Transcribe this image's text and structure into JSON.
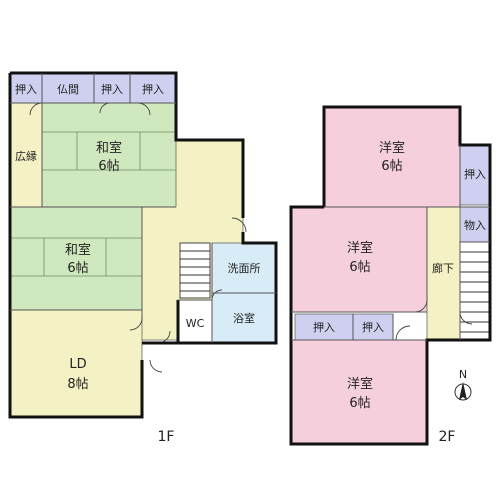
{
  "colors": {
    "tatami": "#cfe8bd",
    "storage": "#cfd0f0",
    "yoshitsu": "#f5d0dc",
    "hallway": "#f4f2c4",
    "ld": "#f4f2c4",
    "wet": "#d8ecf8",
    "wc": "#ffffff",
    "wall": "#111111"
  },
  "floor1": {
    "label": "1F",
    "rooms": {
      "oshiire_1": "押入",
      "butsuma": "仏間",
      "oshiire_2": "押入",
      "oshiire_3": "押入",
      "hiroen": "広縁",
      "washitsu_upper": {
        "name": "和室",
        "size": "6帖"
      },
      "washitsu_lower": {
        "name": "和室",
        "size": "6帖"
      },
      "senmenjo": "洗面所",
      "wc": "WC",
      "yokushitsu": "浴室",
      "ld": {
        "name": "LD",
        "size": "8帖"
      }
    }
  },
  "floor2": {
    "label": "2F",
    "rooms": {
      "yoshitsu_top": {
        "name": "洋室",
        "size": "6帖"
      },
      "oshiire_right": "押入",
      "monoire": "物入",
      "yoshitsu_mid": {
        "name": "洋室",
        "size": "6帖"
      },
      "rouka": "廊下",
      "oshiire_a": "押入",
      "oshiire_b": "押入",
      "yoshitsu_bottom": {
        "name": "洋室",
        "size": "6帖"
      }
    }
  },
  "compass": {
    "label": "N"
  }
}
